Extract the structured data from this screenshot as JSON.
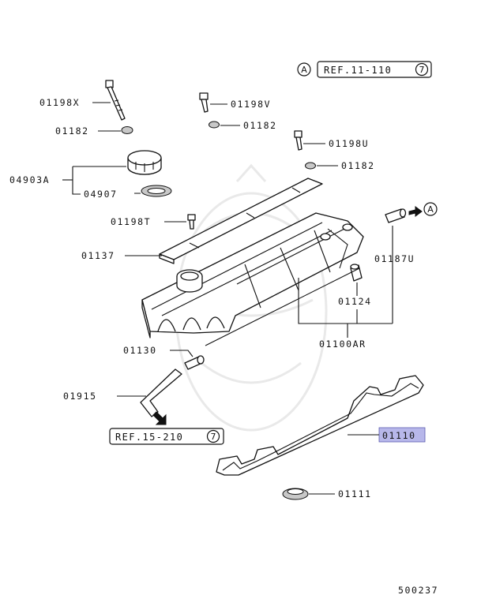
{
  "diagram": {
    "refs": {
      "top_right": {
        "circle": "A",
        "text": "REF.11-110",
        "badge": "7"
      },
      "bottom_left": {
        "text": "REF.15-210",
        "badge": "7"
      },
      "arrow_target": "A"
    },
    "labels": {
      "p01198X": "01198X",
      "p01182a": "01182",
      "p01198V": "01198V",
      "p01182b": "01182",
      "p01198U": "01198U",
      "p01182c": "01182",
      "p04903A": "04903A",
      "p04907": "04907",
      "p01198T": "01198T",
      "p01137": "01137",
      "p01187U": "01187U",
      "p01124": "01124",
      "p01100AR": "01100AR",
      "p01130": "01130",
      "p01915": "01915",
      "p01110": "01110",
      "p01111": "01111"
    },
    "highlight": "01110",
    "figure_number": "500237"
  }
}
